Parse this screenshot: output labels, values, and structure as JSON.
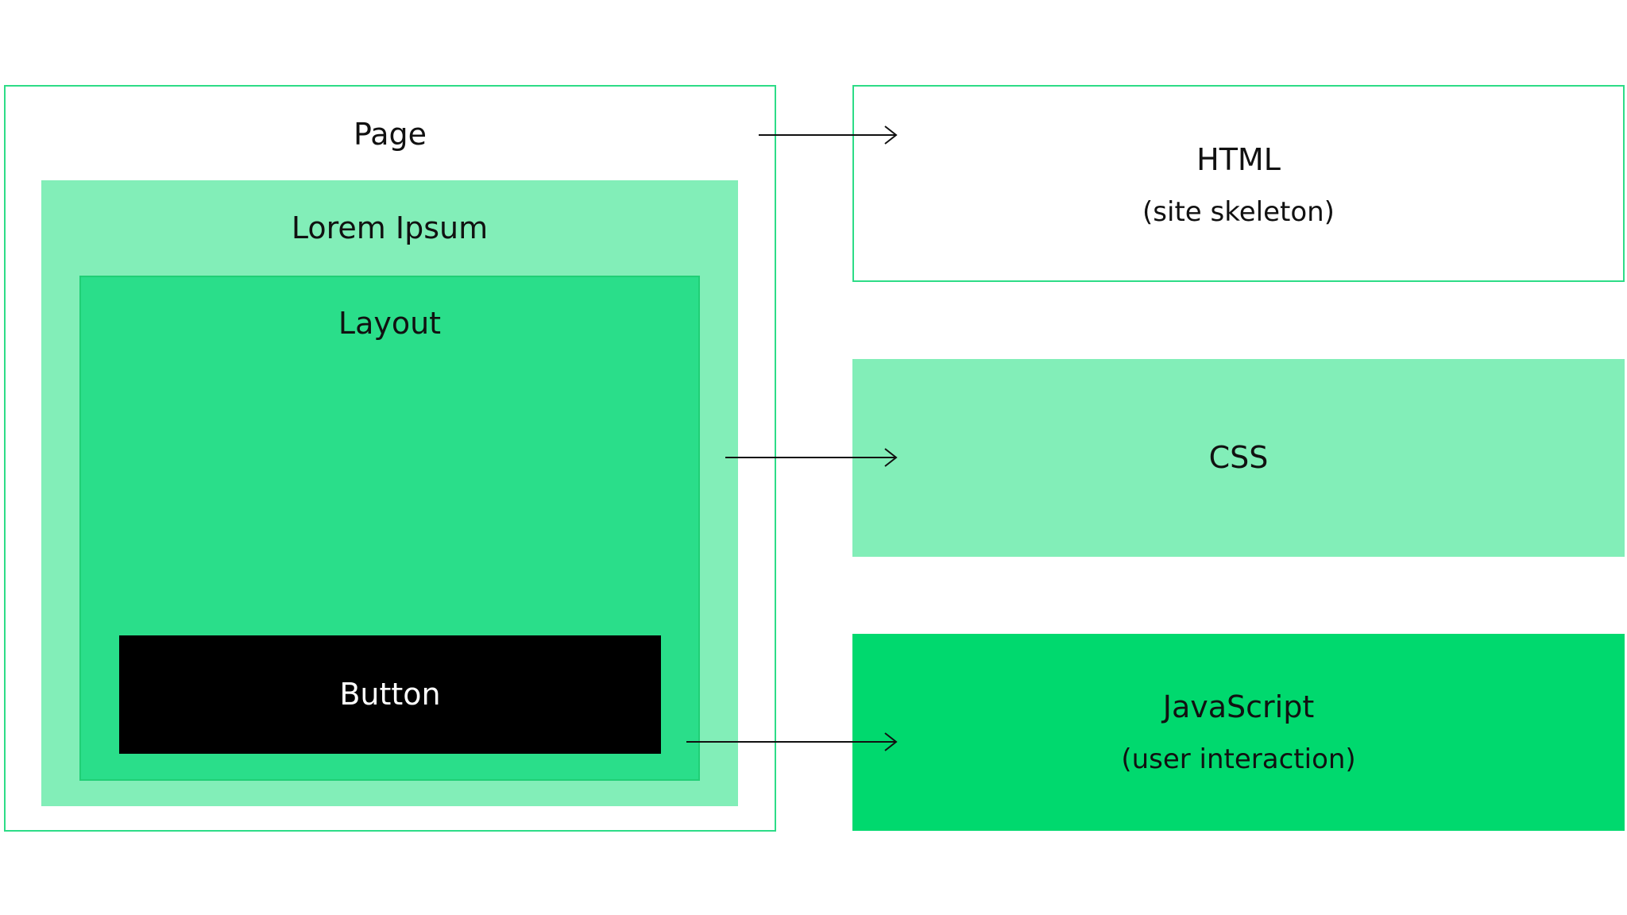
{
  "left_stack": {
    "page": {
      "label": "Page"
    },
    "lorem": {
      "label": "Lorem Ipsum"
    },
    "layout": {
      "label": "Layout"
    },
    "button": {
      "label": "Button"
    }
  },
  "right_stack": {
    "html": {
      "title": "HTML",
      "subtitle": "(site skeleton)"
    },
    "css": {
      "title": "CSS"
    },
    "js": {
      "title": "JavaScript",
      "subtitle": "(user interaction)"
    }
  },
  "colors": {
    "border_green": "#2ddc87",
    "light_green": "#82eeb8",
    "mid_green": "#2ade8a",
    "bright_green": "#00d96e",
    "black": "#000000",
    "white": "#ffffff"
  }
}
